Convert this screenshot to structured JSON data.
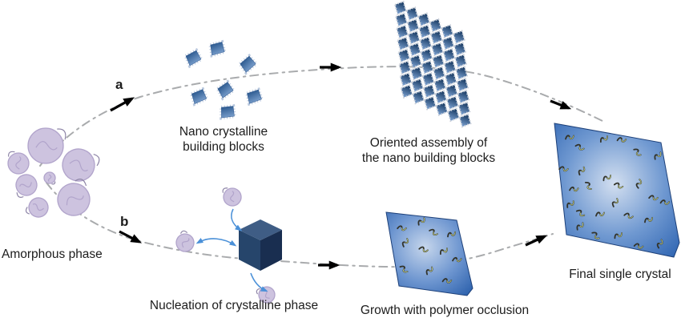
{
  "figure": {
    "background": "#ffffff"
  },
  "routes": {
    "start": "Amorphous phase",
    "end": "Final single crystal",
    "a": {
      "letter": "a",
      "step1": [
        "Nano crystalline",
        "building blocks"
      ],
      "step2": [
        "Oriented assembly of",
        "the nano building blocks"
      ]
    },
    "b": {
      "letter": "b",
      "step1": "Nucleation of crystalline phase",
      "step2": "Growth with polymer occlusion"
    }
  },
  "assembly_grid": {
    "rows": 8,
    "cols": 6
  },
  "colors": {
    "text": "#1c1c1c",
    "dashline": "#a9abad",
    "arrow": "#000000",
    "bluearrow": "#4a90d8",
    "blobfill": "#cdc3df",
    "blobstroke": "#b1a4cb",
    "blobdetail": "#8d84a6",
    "xtldark": "#16467e",
    "xtllight": "#93b5e0",
    "tiledark": "#14365e",
    "tilelight": "#7ea4d4",
    "tilefuzz": "#c9cfd9",
    "cubetop": "#3f5d85",
    "cubeleft": "#26456b",
    "cuberight": "#192e50",
    "growcenter": "#c6d6ec",
    "growedge": "#2f63ae",
    "finalcenter": "#d3dff0",
    "finaledge": "#3368b4",
    "crystalstroke": "#1d4079",
    "polydark": "#32332a",
    "polylight": "#c2cb7c"
  }
}
